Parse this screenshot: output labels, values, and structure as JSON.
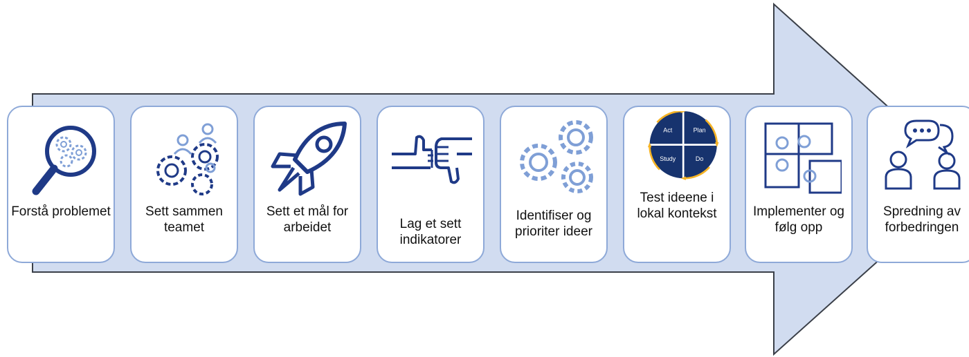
{
  "colors": {
    "arrow_fill": "#d1dcf0",
    "arrow_stroke": "#3a3f48",
    "card_border": "#8ea9d8",
    "icon_dark": "#1f3a87",
    "icon_light": "#7f9fd6",
    "pdsa_fill": "#17336e",
    "pdsa_arrow": "#f5b325"
  },
  "steps": [
    {
      "label": "Forstå problemet",
      "icon": "magnifier-gears-icon"
    },
    {
      "label": "Sett sammen teamet",
      "icon": "team-gears-icon"
    },
    {
      "label": "Sett et mål for arbeidet",
      "icon": "rocket-icon"
    },
    {
      "label": "Lag et sett indikatorer",
      "icon": "thumbs-up-down-icon"
    },
    {
      "label": "Identifiser og prioriter ideer",
      "icon": "gears-icon"
    },
    {
      "label": "Test ideene i lokal kontekst",
      "icon": "pdsa-cycle-icon"
    },
    {
      "label": "Implementer og følg opp",
      "icon": "puzzle-icon"
    },
    {
      "label": "Spredning av forbedringen",
      "icon": "people-chat-icon"
    }
  ],
  "pdsa": {
    "act": "Act",
    "plan": "Plan",
    "study": "Study",
    "do": "Do"
  }
}
